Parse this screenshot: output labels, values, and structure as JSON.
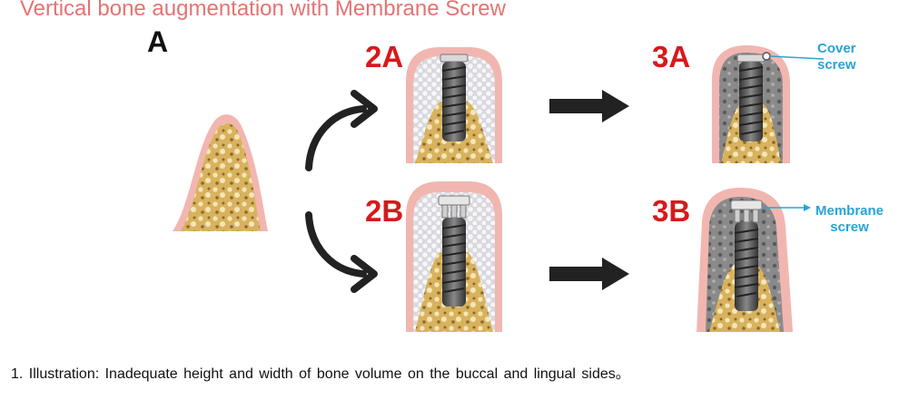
{
  "title": "Vertical bone augmentation with Membrane Screw",
  "labels": {
    "a": "A",
    "a2": "2A",
    "b2": "2B",
    "a3": "3A",
    "b3": "3B"
  },
  "callouts": {
    "cover_line1": "Cover",
    "cover_line2": "screw",
    "membrane_line1": "Membrane",
    "membrane_line2": "screw"
  },
  "caption": "1. Illustration: Inadequate height and width of bone volume on the buccal and lingual sides。",
  "colors": {
    "title": "#e57373",
    "label_red": "#d7191c",
    "callout_blue": "#29a3d9",
    "gum": "#f2b6b0",
    "bone": "#d9b25e",
    "graft": "#e8e8ee",
    "healed": "#8c8c8c",
    "implant": "#555555"
  },
  "icons": [
    "curved-arrow-up-icon",
    "curved-arrow-down-icon",
    "right-arrow-icon"
  ]
}
